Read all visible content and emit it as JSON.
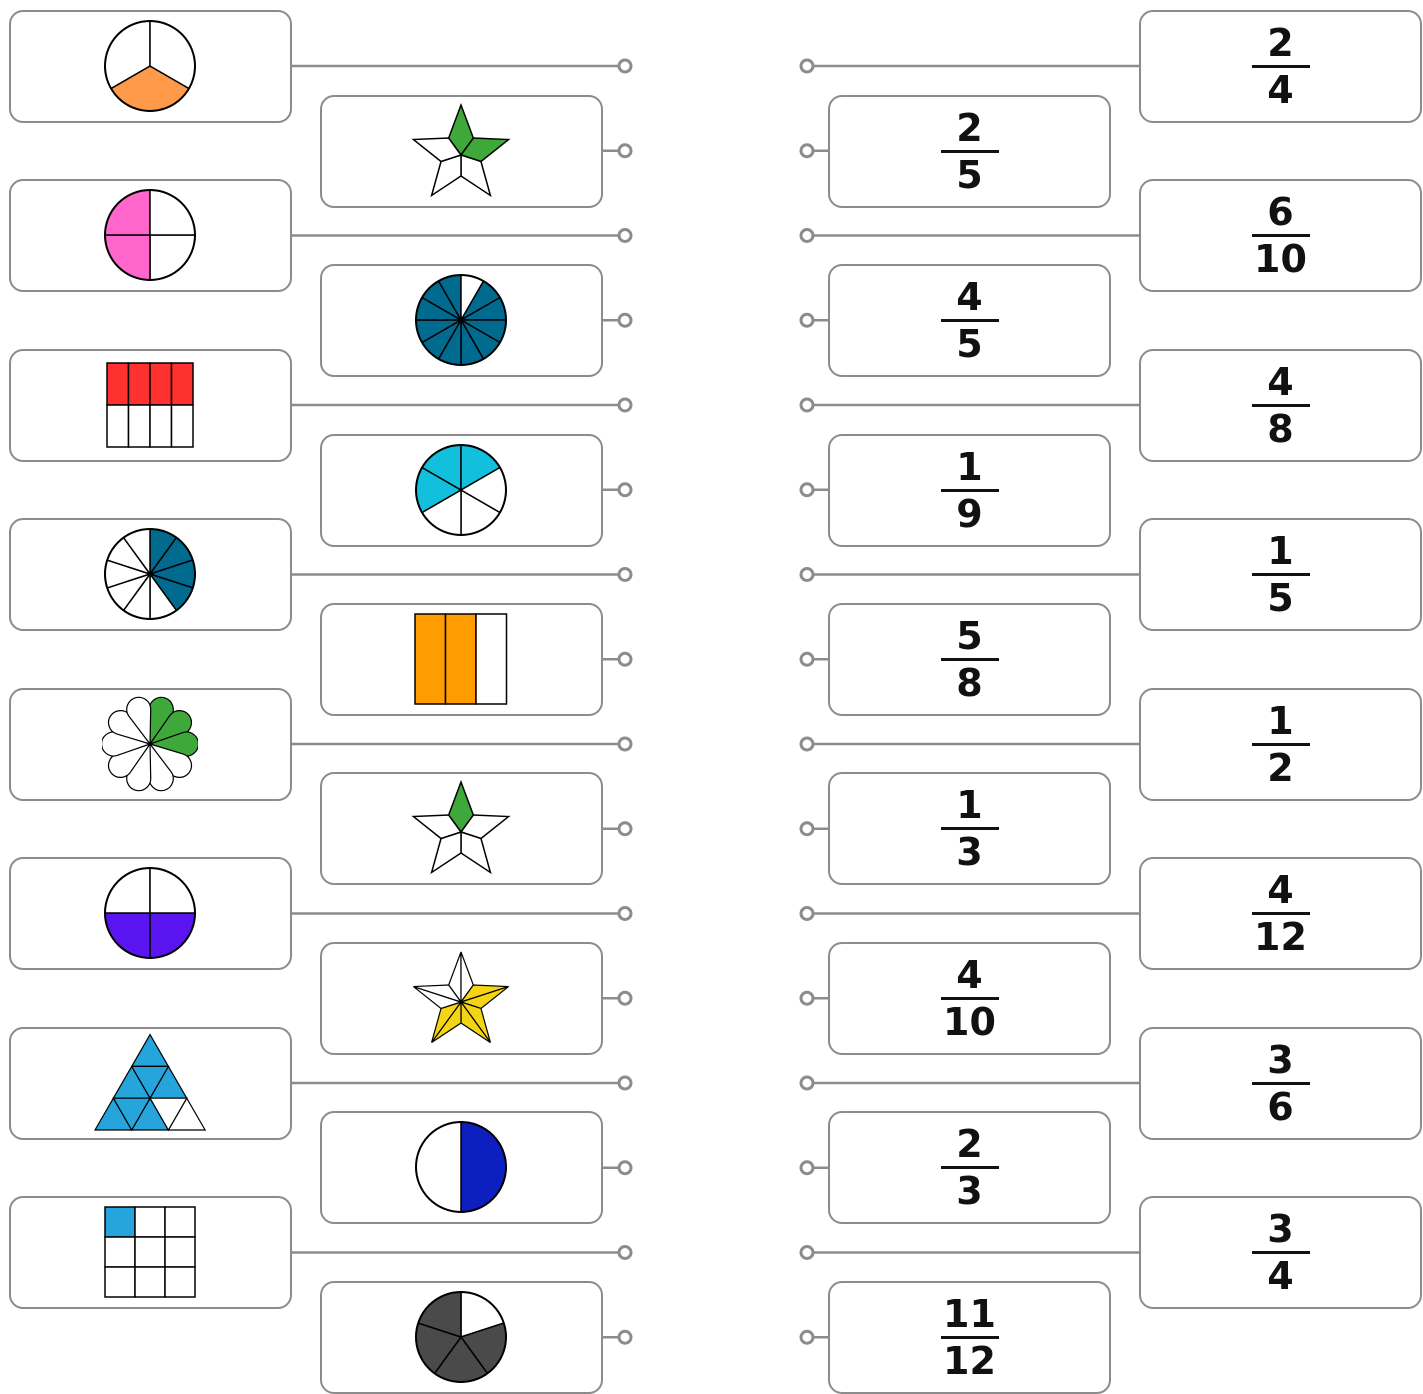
{
  "picture_cards": [
    {
      "shape": "pie-3-orange"
    },
    {
      "shape": "star-5-green-2"
    },
    {
      "shape": "pie-4-pink"
    },
    {
      "shape": "pie-12-teal"
    },
    {
      "shape": "grid-2x4-red"
    },
    {
      "shape": "pie-6-cyan"
    },
    {
      "shape": "pie-10-teal"
    },
    {
      "shape": "bars-3-orange"
    },
    {
      "shape": "flower-10-green"
    },
    {
      "shape": "star-5-green-1"
    },
    {
      "shape": "pie-4-purple"
    },
    {
      "shape": "star-10-yellow"
    },
    {
      "shape": "triangle-9-blue"
    },
    {
      "shape": "pie-2-blue"
    },
    {
      "shape": "grid-3x3-blue"
    },
    {
      "shape": "pie-5-gray"
    }
  ],
  "fraction_cards": [
    {
      "numerator": "2",
      "denominator": "4"
    },
    {
      "numerator": "2",
      "denominator": "5"
    },
    {
      "numerator": "6",
      "denominator": "10"
    },
    {
      "numerator": "4",
      "denominator": "5"
    },
    {
      "numerator": "4",
      "denominator": "8"
    },
    {
      "numerator": "1",
      "denominator": "9"
    },
    {
      "numerator": "1",
      "denominator": "5"
    },
    {
      "numerator": "5",
      "denominator": "8"
    },
    {
      "numerator": "1",
      "denominator": "2"
    },
    {
      "numerator": "1",
      "denominator": "3"
    },
    {
      "numerator": "4",
      "denominator": "12"
    },
    {
      "numerator": "4",
      "denominator": "10"
    },
    {
      "numerator": "3",
      "denominator": "6"
    },
    {
      "numerator": "2",
      "denominator": "3"
    },
    {
      "numerator": "3",
      "denominator": "4"
    },
    {
      "numerator": "11",
      "denominator": "12"
    }
  ],
  "colors": {
    "border": "#8c8c8c",
    "wire": "#8c8c8c",
    "orange": "#ff9a4a",
    "pink": "#ff66cc",
    "teal": "#006b8f",
    "red": "#ff3030",
    "cyan": "#12c0de",
    "amber": "#ff9c00",
    "green": "#3fa83a",
    "purple": "#5a14f0",
    "yellow": "#f3d515",
    "sky": "#26a5dd",
    "navy": "#0e1fbf",
    "gray": "#4a4a4a"
  }
}
